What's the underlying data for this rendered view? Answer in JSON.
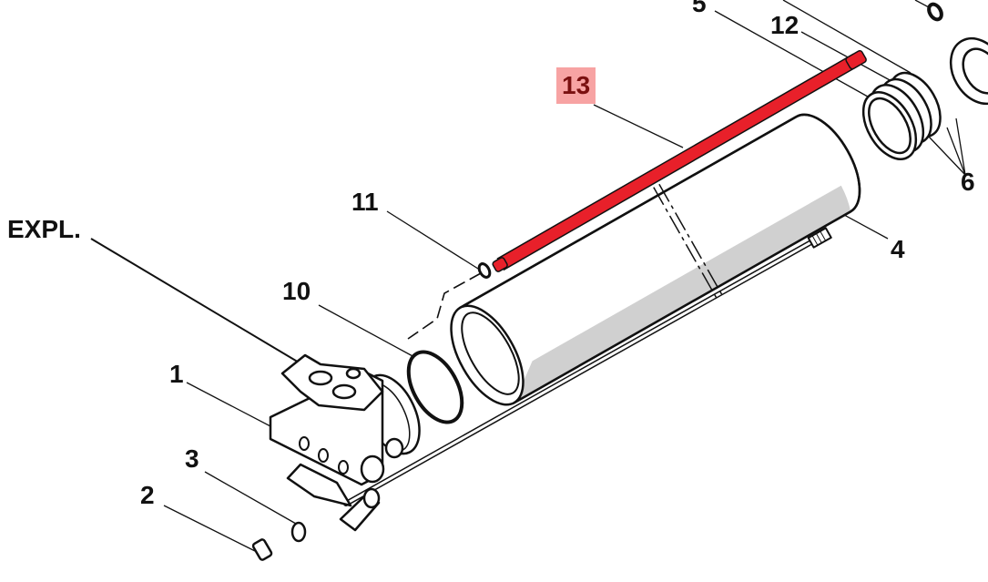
{
  "diagram": {
    "labels": {
      "p5": "5",
      "p12": "12",
      "p13": "13",
      "p11": "11",
      "expl": "EXPL.",
      "p10": "10",
      "p1": "1",
      "p3": "3",
      "p2": "2",
      "p6": "6",
      "p4": "4"
    },
    "highlighted_part": "13",
    "colors": {
      "highlight_part": "#e8202a",
      "highlight_label_bg": "#f7a3a3",
      "shade": "#d0d0d0"
    }
  }
}
